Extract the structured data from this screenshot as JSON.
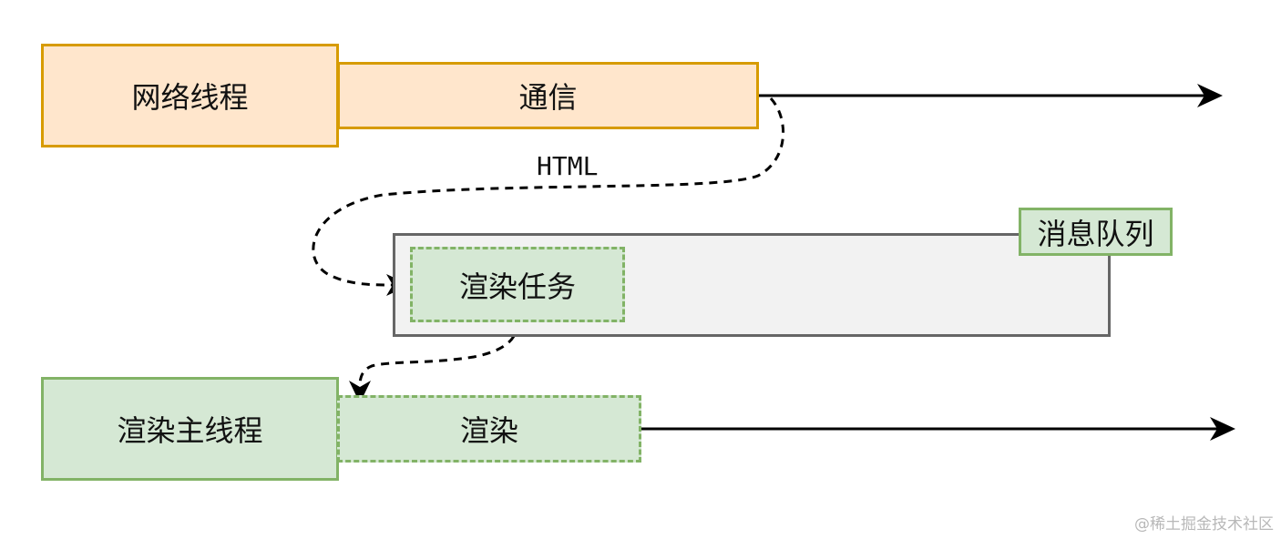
{
  "network": {
    "thread_label": "网络线程",
    "comm_label": "通信"
  },
  "transfer": {
    "label": "HTML"
  },
  "queue": {
    "label": "消息队列",
    "task_label": "渲染任务"
  },
  "render": {
    "thread_label": "渲染主线程",
    "render_label": "渲染"
  },
  "watermark": "@稀土掘金技术社区",
  "colors": {
    "orange_fill": "#ffe6cc",
    "orange_stroke": "#d79b00",
    "green_fill": "#d5e8d4",
    "green_stroke": "#82b366",
    "gray_fill": "#f2f2f2",
    "gray_stroke": "#666666"
  }
}
